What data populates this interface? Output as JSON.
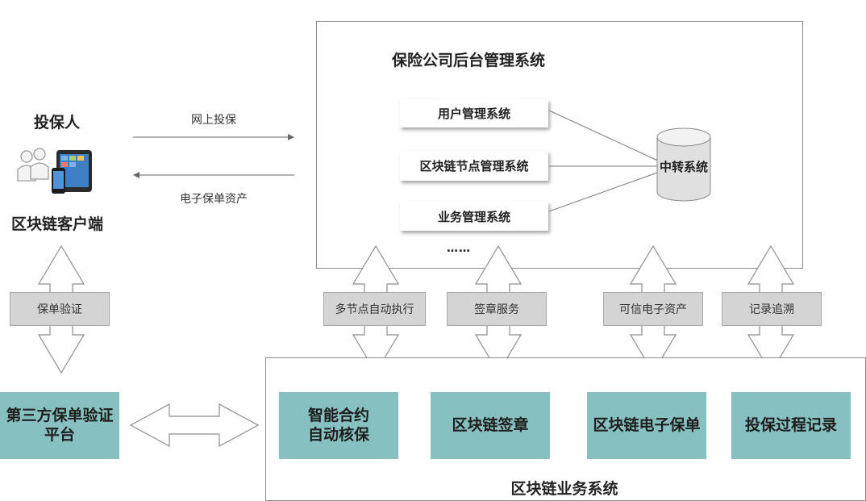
{
  "backend": {
    "title": "保险公司后台管理系统",
    "subsystems": [
      "用户管理系统",
      "区块链节点管理系统",
      "业务管理系统"
    ],
    "ellipsis": "……",
    "relay": "中转系统"
  },
  "client": {
    "top_label": "投保人",
    "bottom_label": "区块链客户端"
  },
  "flows": {
    "online_insure": "网上投保",
    "e_policy_asset": "电子保单资产"
  },
  "connectors": {
    "policy_verify": "保单验证",
    "multi_node_exec": "多节点自动执行",
    "sign_service": "签章服务",
    "trusted_asset": "可信电子资产",
    "record_trace": "记录追溯"
  },
  "third_party": {
    "line1": "第三方保单验证",
    "line2": "平台"
  },
  "business": {
    "title": "区块链业务系统",
    "modules": [
      {
        "line1": "智能合约",
        "line2": "自动核保"
      },
      {
        "line1": "区块链签章",
        "line2": ""
      },
      {
        "line1": "区块链电子保单",
        "line2": ""
      },
      {
        "line1": "投保过程记录",
        "line2": ""
      }
    ]
  },
  "colors": {
    "teal": "#86c0c0",
    "gray_label": "#d4d4d4",
    "outline": "#8c8c8c"
  }
}
